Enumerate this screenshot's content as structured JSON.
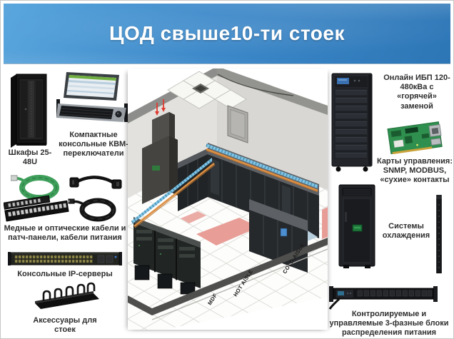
{
  "header": {
    "title": "ЦОД свыше10-ти стоек"
  },
  "left_column": {
    "racks_label": "Шкафы 25-48U",
    "kvm_label": "Компактные консольные КВМ-переключатели",
    "cables_label": "Медные и оптические кабели и патч-панели, кабели питания",
    "servers_label": "Консольные IP-серверы",
    "accessories_label": "Аксессуары для стоек"
  },
  "right_column": {
    "ups_label": "Онлайн ИБП 120-480кВа с «горячей» заменой",
    "cards_label": "Карты управления: SNMP, MODBUS, «сухие» контакты",
    "cooling_label": "Системы охлаждения",
    "pdu_label": "Контролируемые и управляемые 3-фазные блоки распределения питания"
  },
  "diagram": {
    "mdf_label": "MDF",
    "hot_aisle_label": "HOT AISLE",
    "cold_aisle_label": "COLD AISLE"
  },
  "product_images": [
    "server-rack-image",
    "kvm-console-image",
    "green-patch-cable-image",
    "power-cable-image",
    "patch-panel-image",
    "black-cable-coil-image",
    "console-ip-server-image",
    "cable-manager-image",
    "ups-tower-image",
    "management-card-image",
    "cooling-unit-image",
    "vertical-pdu-image",
    "horizontal-pdu-image",
    "datacenter-room-illustration"
  ],
  "colors": {
    "header_blue_light": "#5aa6dd",
    "header_blue_dark": "#2d76b6",
    "label_text": "#2e2e2e",
    "hot_aisle_floor": "#e89e97",
    "cold_aisle_floor": "#b7cfdd",
    "cable_tray_blue": "#7fc2e2",
    "cable_bundle_orange": "#dd8f42"
  }
}
